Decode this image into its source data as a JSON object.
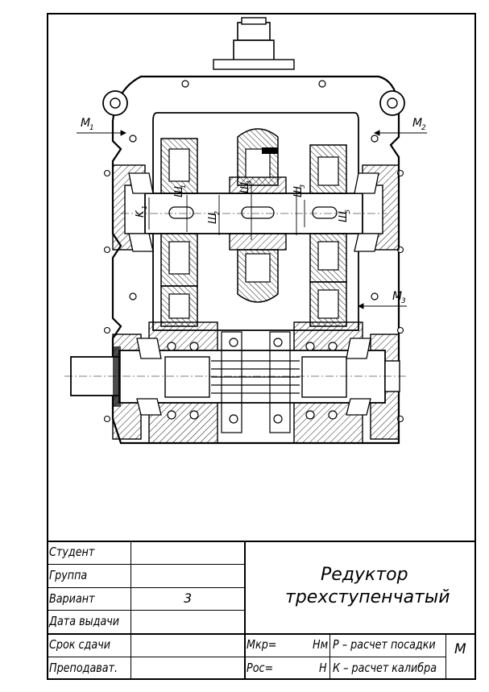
{
  "title_block": {
    "labels": {
      "student": "Студент",
      "group": "Группа",
      "variant": "Вариант",
      "issue_date": "Дата выдачи",
      "due_date": "Срок сдачи",
      "teacher": "Преподават."
    },
    "values": {
      "variant": "3"
    },
    "title_line1": "Редуктор",
    "title_line2": "трехступенчатый",
    "mkr_label": "Мкр=",
    "mkr_unit": "Нм",
    "ros_label": "Рос=",
    "ros_unit": "Н",
    "fit_calc": "Р – расчет посадки",
    "gauge_calc": "К – расчет калибра",
    "scale_mark": "М"
  },
  "drawing": {
    "dimension_labels": {
      "m1": "M",
      "m1_sub": "1",
      "m2": "M",
      "m2_sub": "2",
      "m3": "M",
      "m3_sub": "3",
      "k1": "K",
      "k1_sub": "1",
      "sh1": "Ш",
      "sh1_sub": "1",
      "sh2": "Ш",
      "sh2_sub": "2",
      "sh3": "Ш",
      "sh3_sub": "3",
      "sh4": "Ш",
      "sh4_sub": "4",
      "sh5": "Ш",
      "sh5_sub": "5"
    }
  }
}
